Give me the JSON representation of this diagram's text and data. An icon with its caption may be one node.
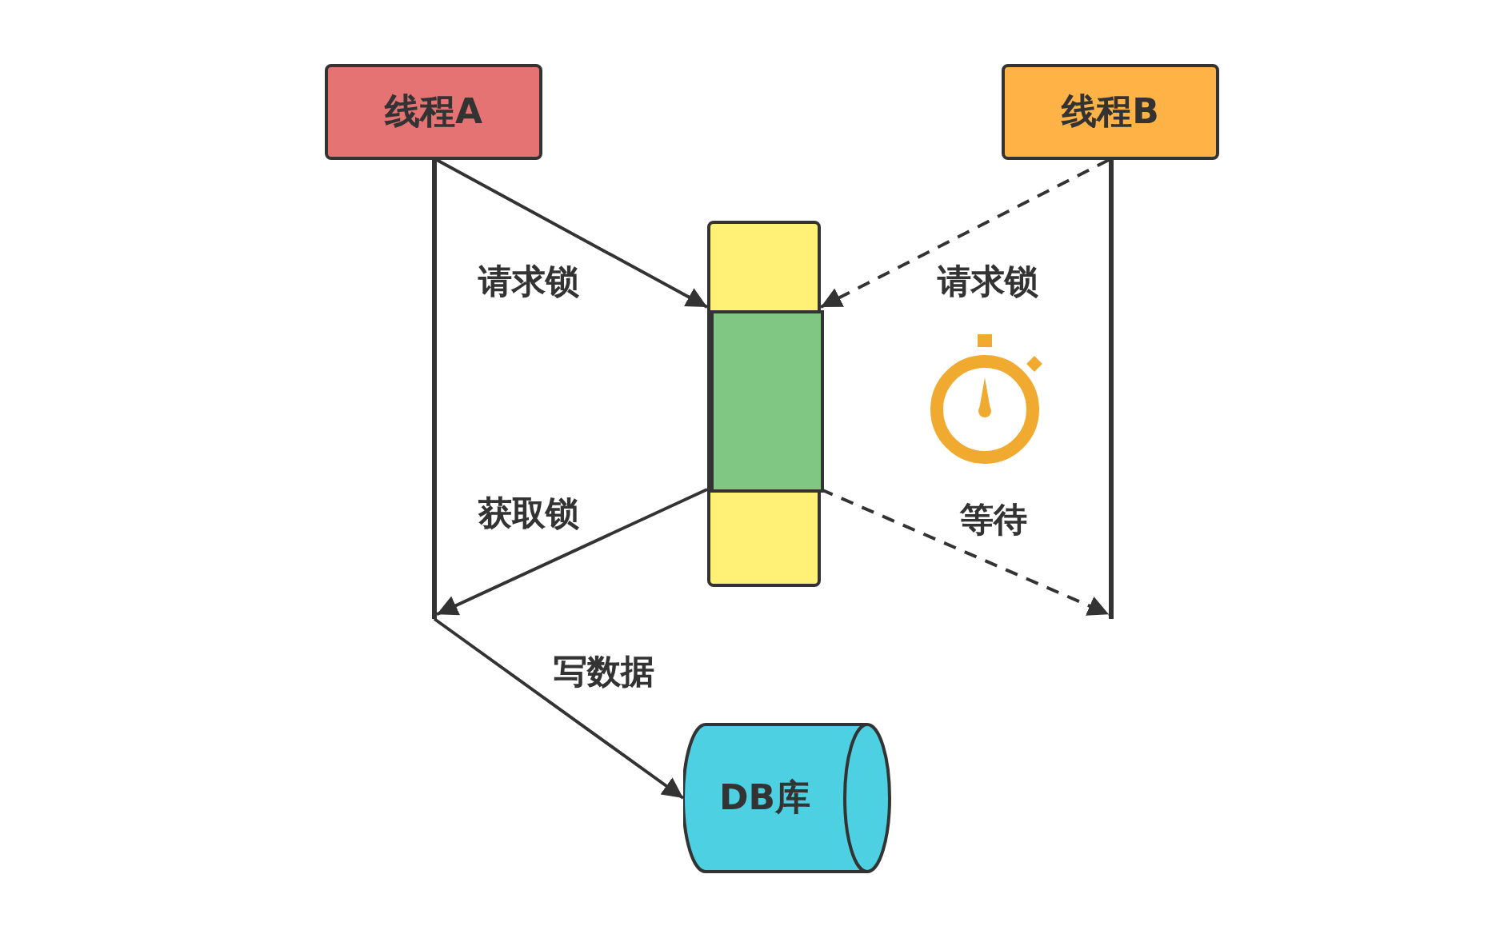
{
  "diagram": {
    "nodes": [
      {
        "text": [
          "线程A"
        ]
      },
      {
        "text": [
          "线程B"
        ]
      },
      {
        "text": [],
        "shape": "bar"
      },
      {
        "text": [],
        "shape": "bar"
      },
      {
        "text": [],
        "shape": "box"
      },
      {
        "text": [],
        "shape": "box",
        "in": 4
      },
      {
        "text": [
          "DB库"
        ]
      }
    ],
    "edges": [
      {
        "from": 2,
        "to": 5,
        "arrow": "to",
        "label": "请求锁"
      },
      {
        "from": 3,
        "to": 5,
        "arrow": "to",
        "label": "请求锁",
        "style": "dashed"
      },
      {
        "from": 5,
        "to": 2,
        "arrow": "to",
        "label": "获取锁"
      },
      {
        "from": 5,
        "to": 3,
        "arrow": "to",
        "label": "等待",
        "style": "dashed"
      },
      {
        "from": 2,
        "to": 6,
        "arrow": "to",
        "label": "写数据"
      }
    ]
  }
}
